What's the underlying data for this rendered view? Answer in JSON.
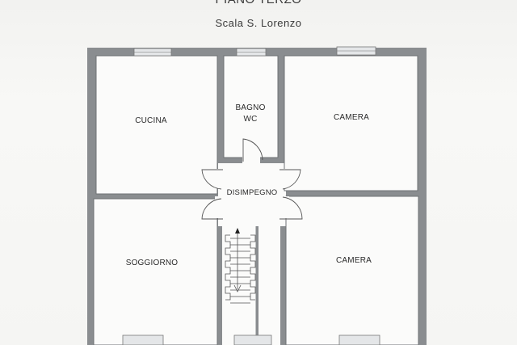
{
  "header": {
    "title": "PIANO TERZO",
    "subtitle": "Scala S. Lorenzo"
  },
  "rooms": {
    "cucina": "CUCINA",
    "bagno_line1": "BAGNO",
    "bagno_line2": "WC",
    "camera_top": "CAMERA",
    "disimpegno": "DISIMPEGNO",
    "soggiorno": "SOGGIORNO",
    "camera_bottom": "CAMERA"
  },
  "colors": {
    "wall": "#8a8d90",
    "floor": "#fbfbfa",
    "window": "#e4e6e8",
    "door_line": "#555555"
  }
}
